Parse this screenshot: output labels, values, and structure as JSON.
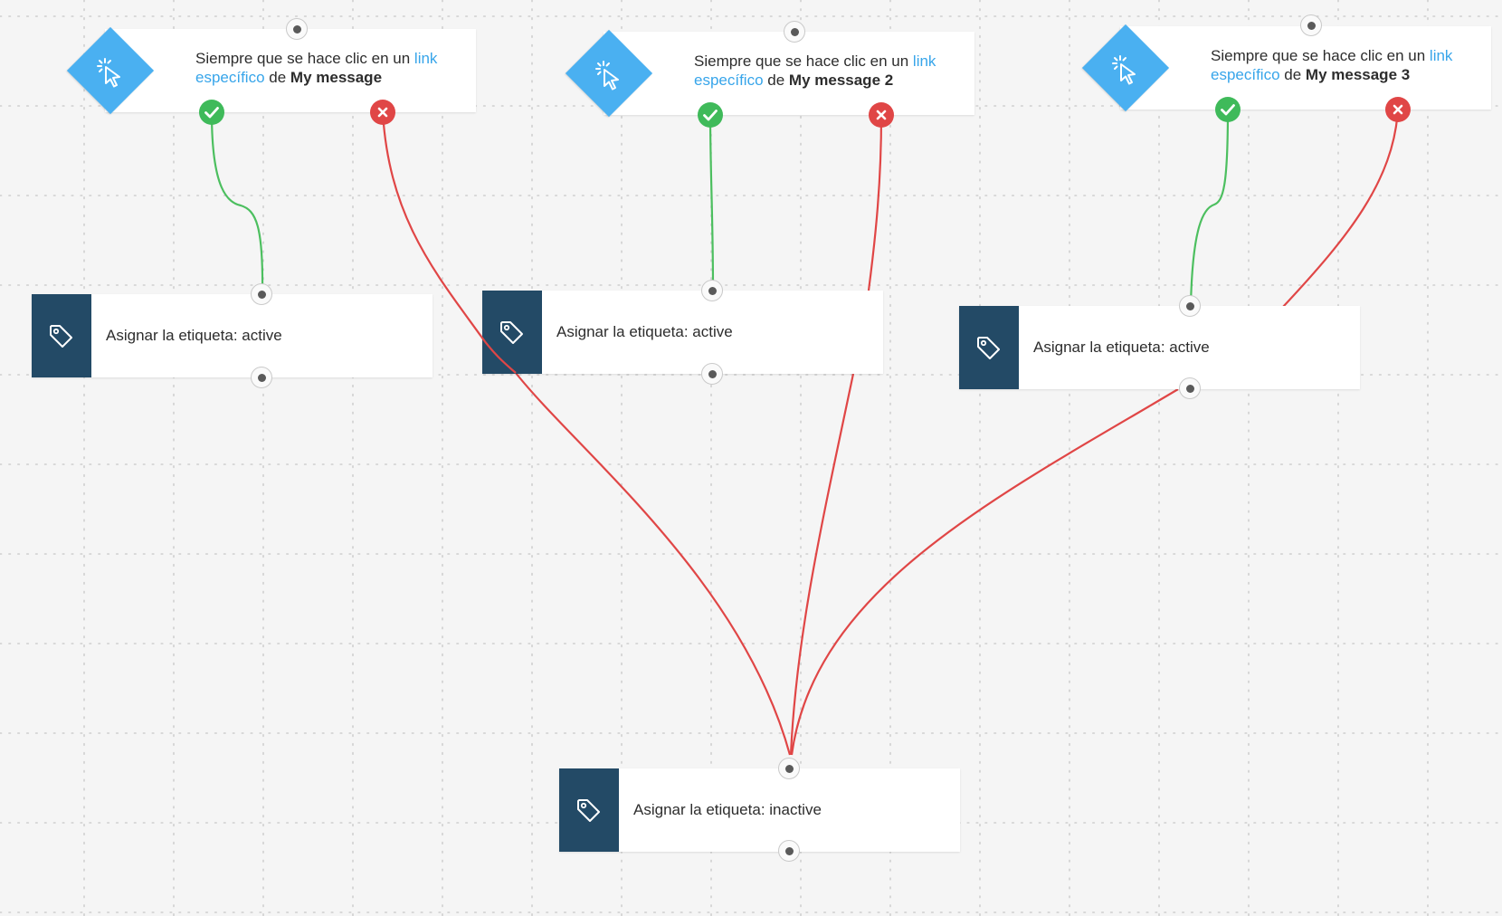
{
  "triggers": [
    {
      "prefix": "Siempre que se hace clic en un ",
      "link1": "link",
      "link2": "específico",
      "mid": " de ",
      "message": "My message"
    },
    {
      "prefix": "Siempre que se hace clic en un ",
      "link1": "link",
      "link2": "específico",
      "mid": " de ",
      "message": "My message 2"
    },
    {
      "prefix": "Siempre que se hace clic en un ",
      "link1": "link",
      "link2": "específico",
      "mid": " de ",
      "message": "My message 3"
    }
  ],
  "actions": [
    {
      "label": "Asignar la etiqueta: active"
    },
    {
      "label": "Asignar la etiqueta: active"
    },
    {
      "label": "Asignar la etiqueta: active"
    },
    {
      "label": "Asignar la etiqueta: inactive"
    }
  ],
  "colors": {
    "canvas": "#f5f5f5",
    "trigger_diamond": "#4ab0f1",
    "action_tile": "#234a66",
    "link": "#37a5ea",
    "yes_path": "#4cbf5f",
    "no_path": "#e04646"
  },
  "icons": {
    "trigger": "click-pointer-icon",
    "action": "tag-icon",
    "yes": "check-icon",
    "no": "close-icon"
  }
}
